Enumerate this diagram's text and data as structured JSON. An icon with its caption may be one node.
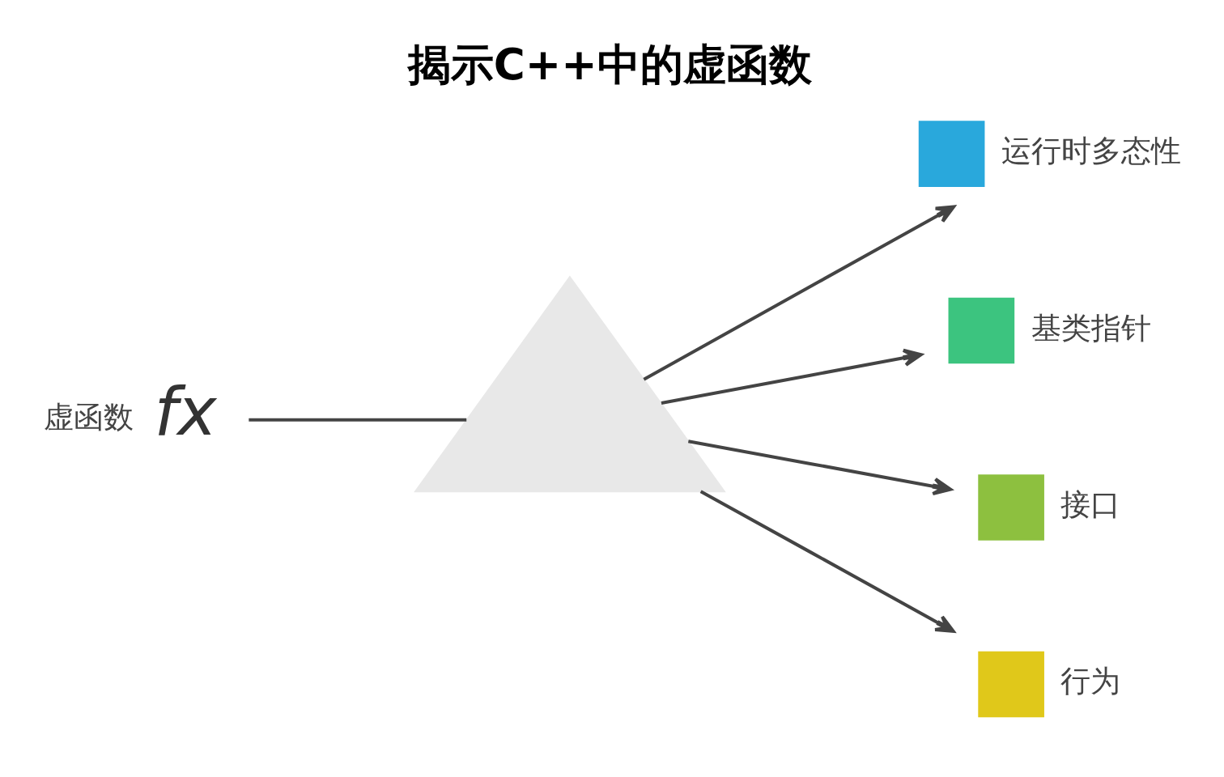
{
  "diagram": {
    "title": "揭示C++中的虚函数",
    "nodes": [
      {
        "text": [
          "fx"
        ],
        "beside": [
          "虚函数"
        ]
      },
      {
        "text": [],
        "shape": "triangle"
      },
      {
        "text": [
          "运行时多态性"
        ]
      },
      {
        "text": [
          "基类指针"
        ]
      },
      {
        "text": [
          "接口"
        ]
      },
      {
        "text": [
          "行为"
        ]
      }
    ],
    "edges": [
      {
        "from": 0,
        "to": 1,
        "arrow": "none"
      },
      {
        "from": 1,
        "to": 2,
        "arrow": "to"
      },
      {
        "from": 1,
        "to": 3,
        "arrow": "to"
      },
      {
        "from": 1,
        "to": 4,
        "arrow": "to"
      },
      {
        "from": 1,
        "to": 5,
        "arrow": "to"
      }
    ]
  }
}
